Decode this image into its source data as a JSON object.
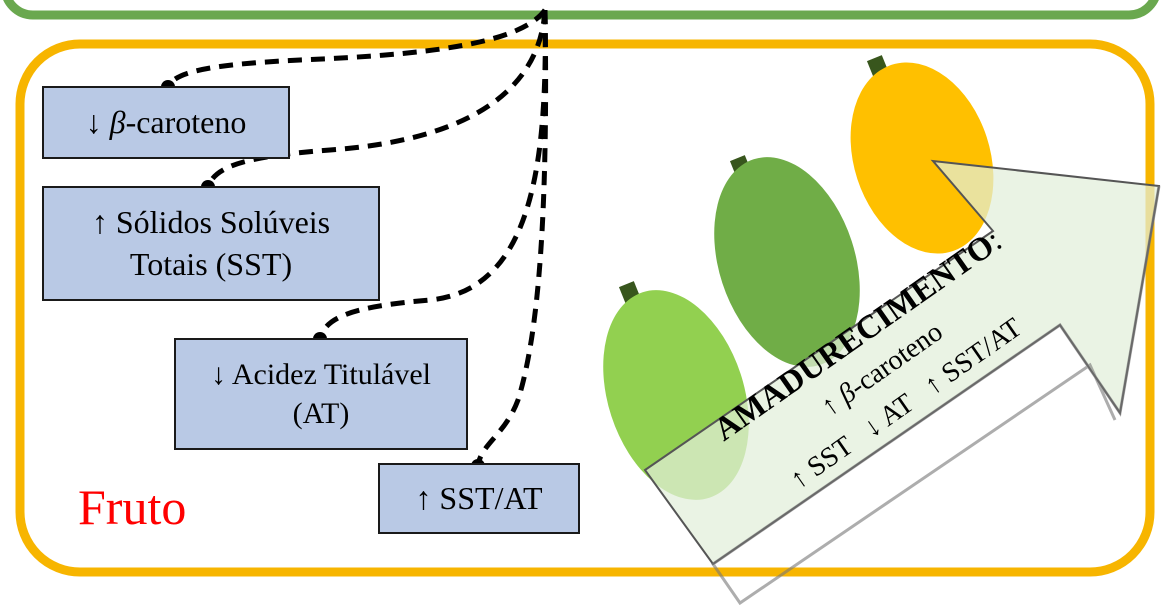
{
  "frame": {
    "label": "Fruto"
  },
  "boxes": {
    "carotene": {
      "arrow": "↓",
      "greek": "β",
      "text": "-caroteno"
    },
    "sst": {
      "line1": "↑ Sólidos Solúveis",
      "line2": "Totais (SST)"
    },
    "at": {
      "line1": "↓ Acidez Titulável",
      "line2": "(AT)"
    },
    "ratio": {
      "text": "↑ SST/AT"
    }
  },
  "ripening_arrow": {
    "title": "AMADURECIMENTO",
    "title_suffix": ":",
    "line2_arrow": "↑ ",
    "line2_greek": "β",
    "line2_rest": "-caroteno",
    "line3": "↑ SST   ↓ AT   ↑ SST/AT"
  },
  "colors": {
    "frame_outer": "#f7b500",
    "top_frame": "#6aa84f",
    "box_fill": "#b9c9e5",
    "label_red": "#ff0000",
    "fruit_light": "#92d050",
    "fruit_mid": "#70ad47",
    "fruit_ripe": "#ffc000",
    "stem": "#38561d",
    "arrow_fill": "#e2efd9"
  }
}
